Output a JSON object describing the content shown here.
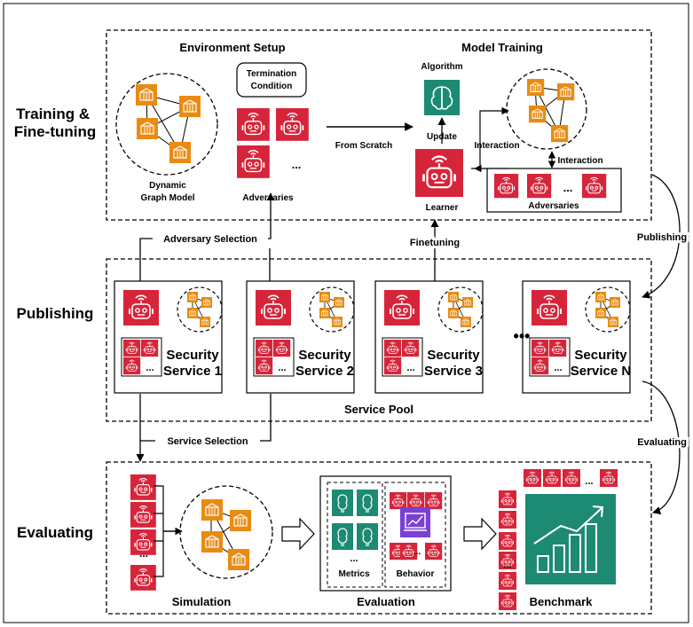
{
  "colors": {
    "robot_red": "#d6253a",
    "node_orange": "#e98b12",
    "teal": "#1d8a73",
    "purple": "#7b3fd6",
    "border": "#000000"
  },
  "sections": {
    "training": "Training &\nFine-tuning",
    "publishing": "Publishing",
    "evaluating": "Evaluating"
  },
  "training": {
    "env_setup": "Environment Setup",
    "model_training": "Model Training",
    "termination": "Termination\nCondition",
    "dynamic_graph": "Dynamic\nGraph Model",
    "adversaries": "Adversaries",
    "from_scratch": "From Scratch",
    "algorithm": "Algorithm",
    "update": "Update",
    "learner": "Learner",
    "interaction_left": "Interaction",
    "interaction_right": "Interaction",
    "adversaries_right": "Adversaries",
    "ellipsis": "..."
  },
  "flows": {
    "adversary_selection": "Adversary Selection",
    "finetuning": "Finetuning",
    "publishing": "Publishing",
    "service_selection": "Service Selection",
    "evaluating": "Evaluating"
  },
  "services": [
    {
      "line1": "Security",
      "line2": "Service 1"
    },
    {
      "line1": "Security",
      "line2": "Service 2"
    },
    {
      "line1": "Security",
      "line2": "Service 3"
    },
    {
      "line1": "Security",
      "line2": "Service N"
    }
  ],
  "service_dots": "•••",
  "service_pool": "Service Pool",
  "evaluation": {
    "simulation": "Simulation",
    "evaluation": "Evaluation",
    "benchmark": "Benchmark",
    "metrics": "Metrics",
    "behavior": "Behavior",
    "ellipsis": "..."
  }
}
